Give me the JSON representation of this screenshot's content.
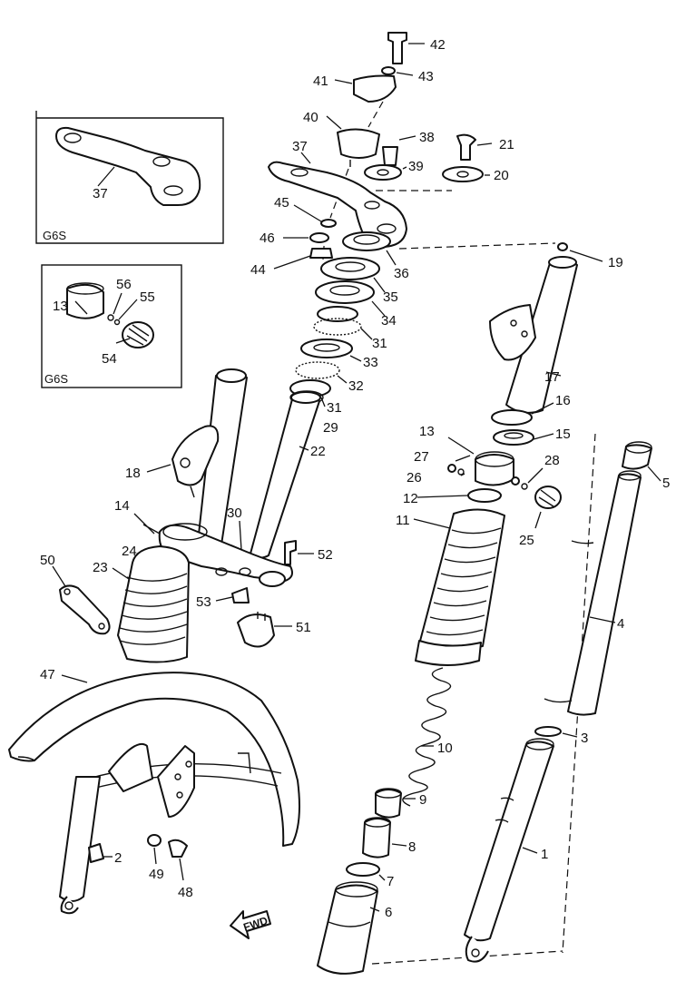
{
  "inset_boxes": {
    "top_model": "G6S",
    "bottom_model": "G6S"
  },
  "fwd_label": "FWD",
  "callouts": {
    "n1": "1",
    "n2": "2",
    "n3": "3",
    "n4": "4",
    "n5": "5",
    "n6": "6",
    "n7": "7",
    "n8": "8",
    "n9": "9",
    "n10": "10",
    "n11": "11",
    "n12": "12",
    "n13": "13",
    "n13b": "13",
    "n14": "14",
    "n15": "15",
    "n16": "16",
    "n17": "17",
    "n18": "18",
    "n19": "19",
    "n20": "20",
    "n21": "21",
    "n22": "22",
    "n23": "23",
    "n24": "24",
    "n25": "25",
    "n26": "26",
    "n27": "27",
    "n28": "28",
    "n29": "29",
    "n30": "30",
    "n31a": "31",
    "n31b": "31",
    "n32": "32",
    "n33": "33",
    "n34": "34",
    "n35": "35",
    "n36": "36",
    "n37a": "37",
    "n37b": "37",
    "n38": "38",
    "n39": "39",
    "n40": "40",
    "n41": "41",
    "n42": "42",
    "n43": "43",
    "n44": "44",
    "n45": "45",
    "n46": "46",
    "n47": "47",
    "n48": "48",
    "n49": "49",
    "n50": "50",
    "n51": "51",
    "n52": "52",
    "n53": "53",
    "n54": "54",
    "n55": "55",
    "n56": "56"
  }
}
